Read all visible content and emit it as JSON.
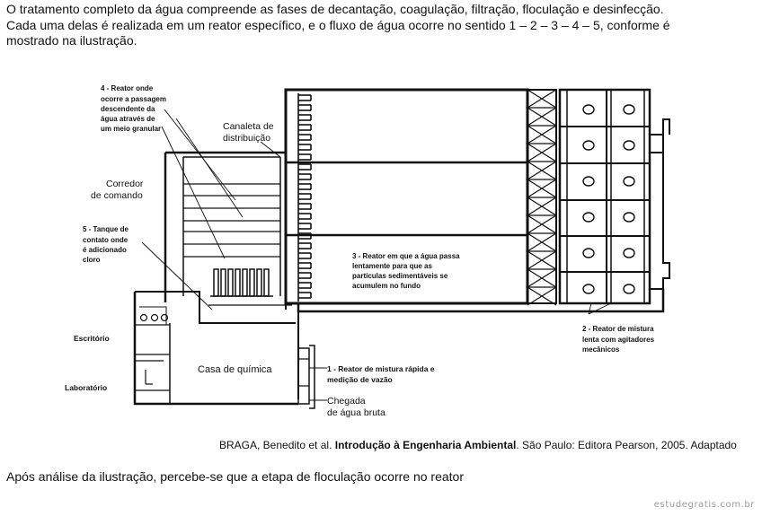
{
  "intro": {
    "line1": "O tratamento completo da água compreende as fases de decantação, coagulação, filtração, floculação e desinfecção.",
    "line2": "Cada uma delas é realizada em um reator específico, e o fluxo de água ocorre no sentido 1 – 2 – 3 – 4 – 5, conforme é",
    "line3": "mostrado na ilustração."
  },
  "figure": {
    "label4": [
      "4 - Reator onde",
      "ocorre a passagem",
      "descendente da",
      "água através de",
      "um meio granular"
    ],
    "canaleta": [
      "Canaleta de",
      "distribuição"
    ],
    "corredor": [
      "Corredor",
      "de comando"
    ],
    "label5": [
      "5 - Tanque de",
      "contato onde",
      "é adicionado",
      "cloro"
    ],
    "label3": [
      "3 - Reator em que a água passa",
      "lentamente para que as",
      "partículas sedimentáveis se",
      "acumulem no fundo"
    ],
    "label2": [
      "2 - Reator de mistura",
      "lenta com agitadores",
      "mecânicos"
    ],
    "escritorio": "Escritório",
    "laboratorio": "Laboratório",
    "casa": "Casa de química",
    "label1": [
      "1 - Reator de mistura rápida e",
      "medição de vazão"
    ],
    "chegada": [
      "Chegada",
      "de água bruta"
    ]
  },
  "caption": {
    "authors": "BRAGA, Benedito et al. ",
    "title": "Introdução à Engenharia Ambiental",
    "rest": ". São Paulo: Editora Pearson, 2005. Adaptado"
  },
  "question": "Após análise da ilustração, percebe-se que a etapa de floculação ocorre no reator",
  "footer": "estudegratis.com.br"
}
